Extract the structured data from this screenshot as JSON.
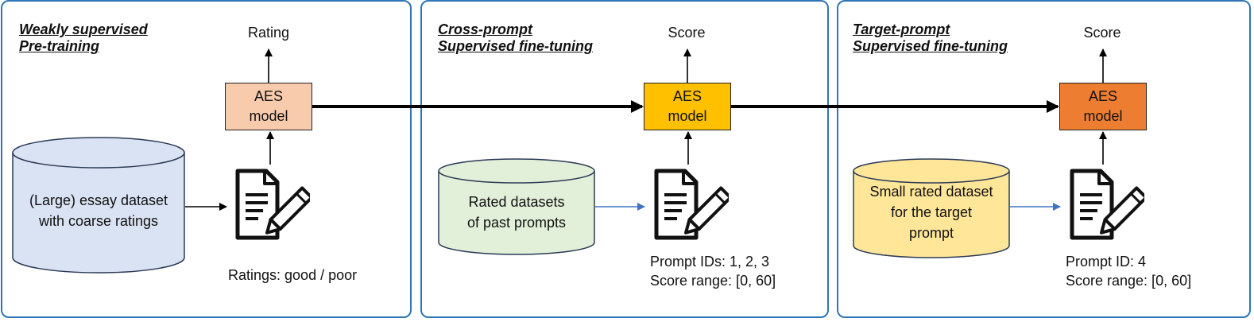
{
  "panels": [
    {
      "title_line1": "Weakly supervised",
      "title_line2": "Pre-training",
      "output_label": "Rating",
      "model_label": "AES\nmodel",
      "model_color": "#f8cbad",
      "dataset_label": "(Large) essay dataset\nwith coarse ratings",
      "dataset_color": "#dae3f3",
      "note_line1": "Ratings: good / poor",
      "note_line2": ""
    },
    {
      "title_line1": "Cross-prompt",
      "title_line2": "Supervised fine-tuning",
      "output_label": "Score",
      "model_label": "AES\nmodel",
      "model_color": "#ffc000",
      "dataset_label": "Rated datasets\nof past prompts",
      "dataset_color": "#e2f0d9",
      "note_line1": "Prompt IDs: 1, 2, 3",
      "note_line2": "Score range: [0, 60]"
    },
    {
      "title_line1": "Target-prompt",
      "title_line2": "Supervised fine-tuning",
      "output_label": "Score",
      "model_label": "AES\nmodel",
      "model_color": "#ed7d31",
      "dataset_label": "Small  rated dataset\nfor the target\nprompt",
      "dataset_color": "#ffe699",
      "note_line1": "Prompt ID: 4",
      "note_line2": "Score range: [0, 60]"
    }
  ],
  "icons": {
    "document": "document-with-pencil-icon"
  },
  "colors": {
    "panel_border": "#2e75b6",
    "data_arrow": "#4472c4",
    "flow_arrow": "#000000"
  }
}
